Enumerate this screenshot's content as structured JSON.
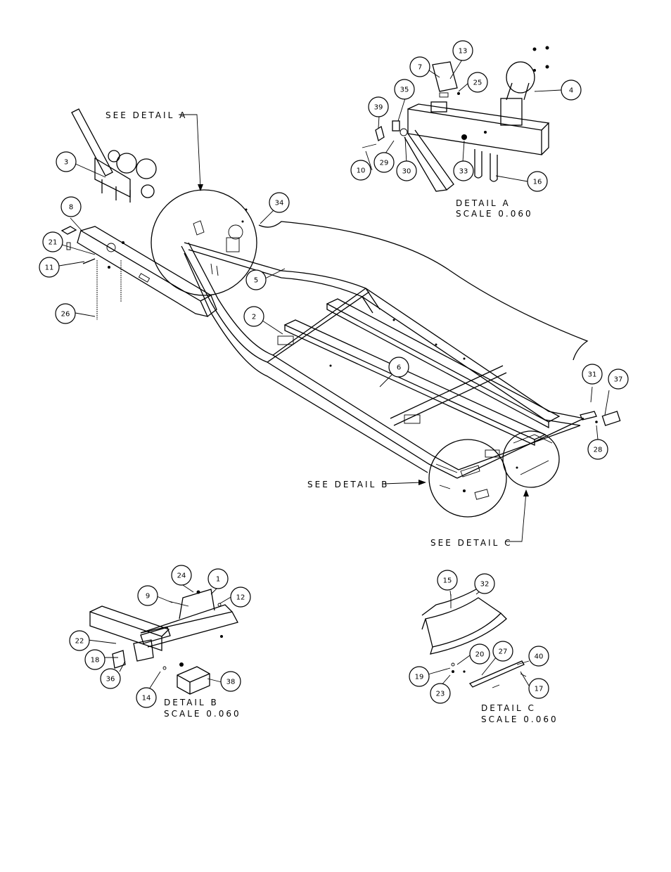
{
  "callouts": {
    "see_detail_a": "SEE DETAIL  A",
    "see_detail_b": "SEE DETAIL  B",
    "see_detail_c": "SEE DETAIL  C"
  },
  "details": {
    "a": {
      "title": "DETAIL  A",
      "scale": "SCALE  0.060"
    },
    "b": {
      "title": "DETAIL  B",
      "scale": "SCALE  0.060"
    },
    "c": {
      "title": "DETAIL  C",
      "scale": "SCALE  0.060"
    }
  },
  "part_numbers": {
    "n1": "1",
    "n2": "2",
    "n3": "3",
    "n4": "4",
    "n5": "5",
    "n6": "6",
    "n7": "7",
    "n8": "8",
    "n9": "9",
    "n10": "10",
    "n11": "11",
    "n12": "12",
    "n13": "13",
    "n14": "14",
    "n15": "15",
    "n16": "16",
    "n17": "17",
    "n18": "18",
    "n19": "19",
    "n20": "20",
    "n21": "21",
    "n22": "22",
    "n23": "23",
    "n24": "24",
    "n25": "25",
    "n26": "26",
    "n27": "27",
    "n28": "28",
    "n29": "29",
    "n30": "30",
    "n31": "31",
    "n32": "32",
    "n33": "33",
    "n34": "34",
    "n35": "35",
    "n36": "36",
    "n37": "37",
    "n38": "38",
    "n39": "39",
    "n40": "40"
  }
}
